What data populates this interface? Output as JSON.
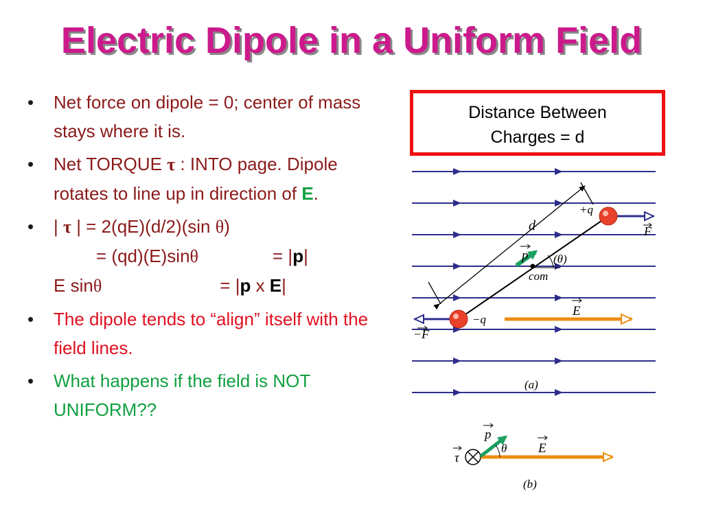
{
  "title": "Electric Dipole in a Uniform Field",
  "bullets": {
    "b1": "Net force on dipole = 0; center of mass stays where it is.",
    "b2_pre": "Net TORQUE ",
    "tau": "τ",
    "b2_mid": " : INTO page. Dipole rotates to line up in direction of ",
    "b2_E": "E",
    "b2_end": ".",
    "b3_open": "| ",
    "b3_close": " | = 2(qE)(d/2)(sin ",
    "theta": "θ",
    "b3_rparen": ")",
    "b3_line2a": "= (qd)(E)sin",
    "b3_line2b": "= |",
    "p": "p",
    "b3_line2c": "|",
    "b3_line3a": "E sin",
    "b3_line3b": "= |",
    "b3_x": " x ",
    "b3_line3c": "|",
    "b4": "The dipole tends to “align” itself with the field lines.",
    "b5": "What happens if the field is NOT UNIFORM??"
  },
  "infobox": {
    "line1": "Distance Between",
    "line2": "Charges = d"
  },
  "figure_a": {
    "plus_q": "+q",
    "minus_q": "−q",
    "d": "d",
    "p": "p",
    "theta": "(θ)",
    "com": "com",
    "E": "E",
    "F": "F",
    "neg_F": "−F",
    "caption": "(a)"
  },
  "figure_b": {
    "tau": "τ",
    "p": "p",
    "theta": "θ",
    "E": "E",
    "caption": "(b)"
  },
  "colors": {
    "title": "#cc1a8c",
    "maroon": "#8b1a1a",
    "red": "#e01020",
    "green": "#10a040",
    "field_line": "#2e2e8c",
    "charge": "#e8402a",
    "E_arrow": "#ee8c10",
    "box_border": "#ee1111"
  }
}
